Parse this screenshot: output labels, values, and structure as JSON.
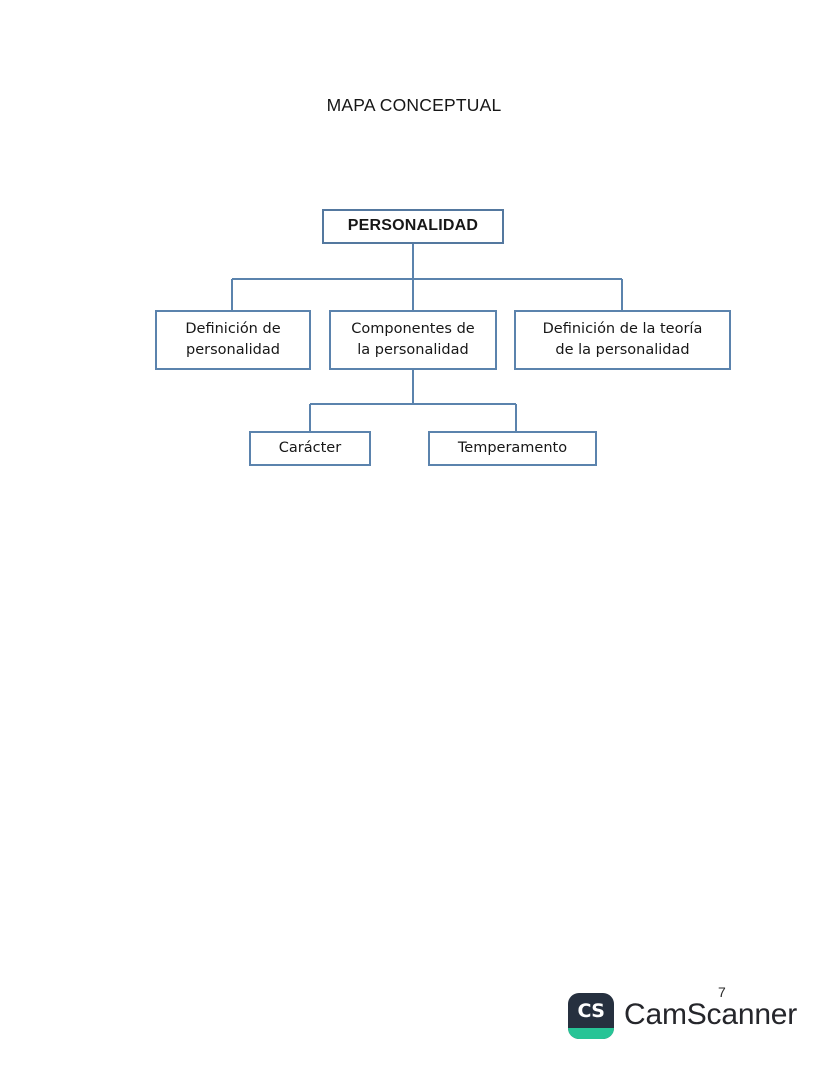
{
  "document": {
    "title": "MAPA CONCEPTUAL",
    "page_number": "7",
    "background_color": "#ffffff",
    "node_border_color": "#5b83ad",
    "connector_color": "#5b83ad",
    "text_color": "#171717"
  },
  "diagram": {
    "type": "concept-map",
    "root": {
      "id": "personalidad",
      "label": "PERSONALIDAD",
      "bold": true
    },
    "level_two": [
      {
        "id": "definicion-personalidad",
        "label": "Definición de\npersonalidad"
      },
      {
        "id": "componentes-personalidad",
        "label": "Componentes de\nla personalidad"
      },
      {
        "id": "definicion-teoria",
        "label": "Definición de la teoría\nde la personalidad"
      }
    ],
    "level_three": [
      {
        "id": "caracter",
        "label": "Carácter",
        "parent": "componentes-personalidad"
      },
      {
        "id": "temperamento",
        "label": "Temperamento",
        "parent": "componentes-personalidad"
      }
    ]
  },
  "footer": {
    "logo_letters": "CS",
    "wordmark": "CamScanner",
    "logo_background": "#26303f",
    "logo_accent": "#27c496"
  }
}
